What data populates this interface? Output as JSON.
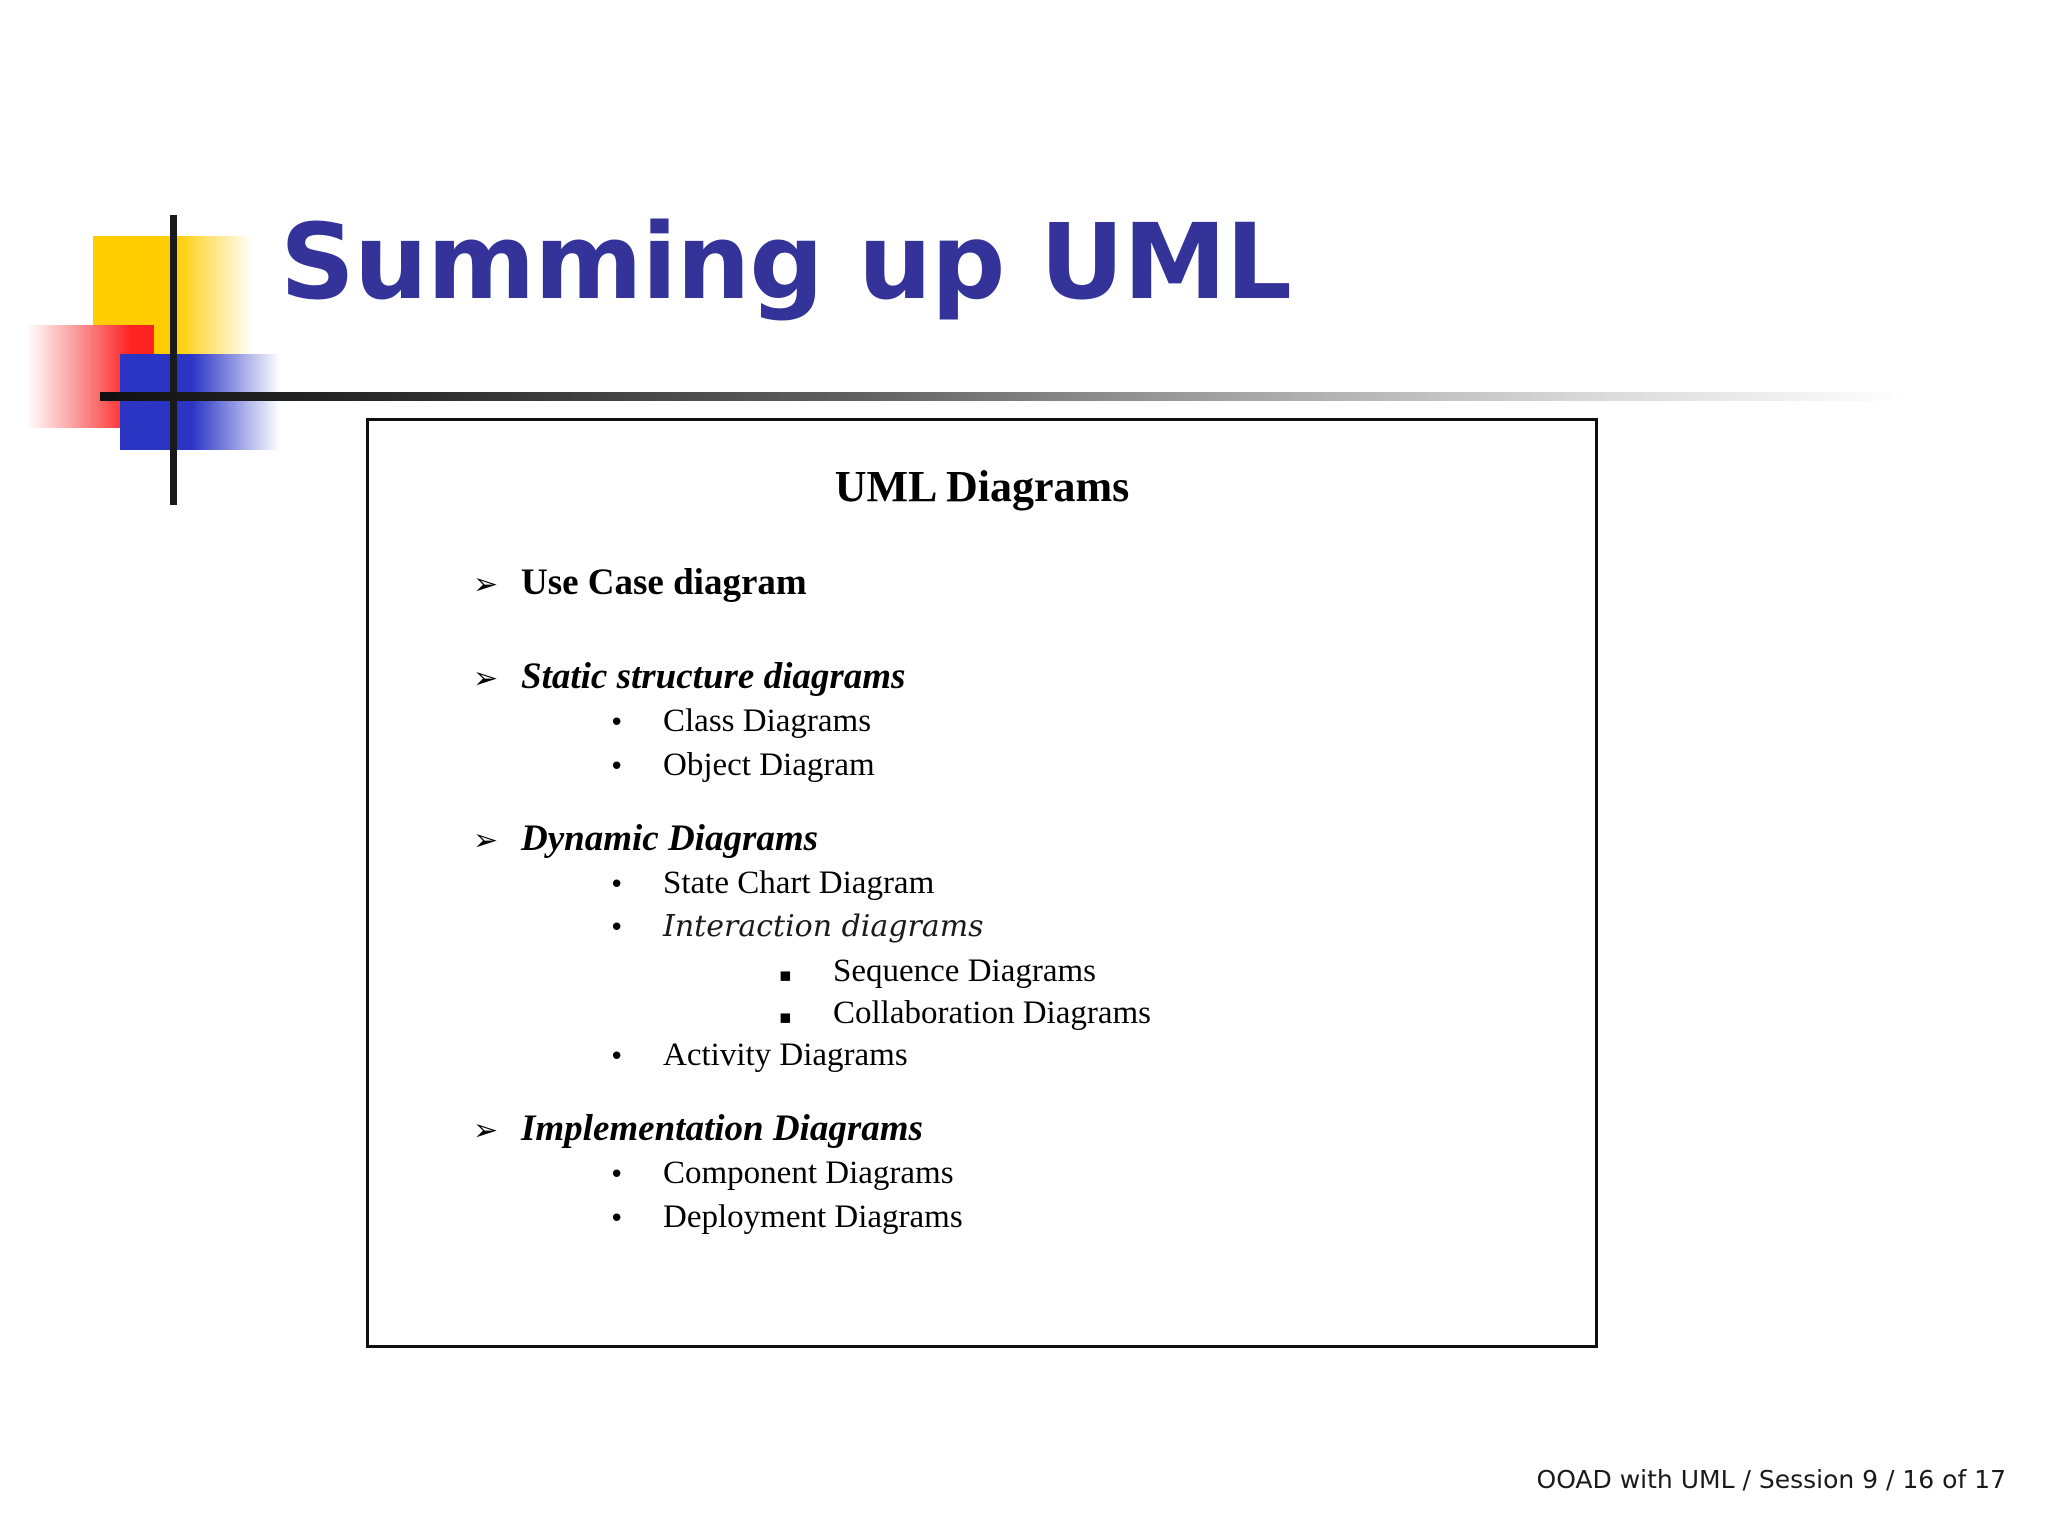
{
  "slide": {
    "title": "Summing up UML",
    "title_color": "#333399",
    "background_color": "#FFFFFF",
    "footer": "OOAD with UML / Session 9 / 16 of 17"
  },
  "decor": {
    "yellow_square_color": "#FFCC00",
    "red_square_color": "#FF2222",
    "blue_square_color": "#2B35C4",
    "rule_color": "#111111"
  },
  "content_box": {
    "heading": "UML Diagrams",
    "border_color": "#0D0D12",
    "bullets": {
      "level1": "➢",
      "level2": "•",
      "level3": "▪"
    },
    "items": [
      {
        "level": 1,
        "text": "Use Case diagram",
        "style": "bold"
      },
      {
        "level": 1,
        "text": "Static structure diagrams",
        "style": "bold-italic"
      },
      {
        "level": 2,
        "text": "Class Diagrams",
        "style": "regular"
      },
      {
        "level": 2,
        "text": "Object Diagram",
        "style": "regular"
      },
      {
        "level": 1,
        "text": "Dynamic Diagrams",
        "style": "bold-italic"
      },
      {
        "level": 2,
        "text": "State Chart Diagram",
        "style": "regular"
      },
      {
        "level": 2,
        "text": "Interaction diagrams",
        "style": "italic"
      },
      {
        "level": 3,
        "text": "Sequence Diagrams",
        "style": "regular"
      },
      {
        "level": 3,
        "text": "Collaboration Diagrams",
        "style": "regular"
      },
      {
        "level": 2,
        "text": "Activity Diagrams",
        "style": "regular"
      },
      {
        "level": 1,
        "text": "Implementation Diagrams",
        "style": "bold-italic"
      },
      {
        "level": 2,
        "text": "Component Diagrams",
        "style": "regular"
      },
      {
        "level": 2,
        "text": "Deployment Diagrams",
        "style": "regular"
      }
    ]
  }
}
